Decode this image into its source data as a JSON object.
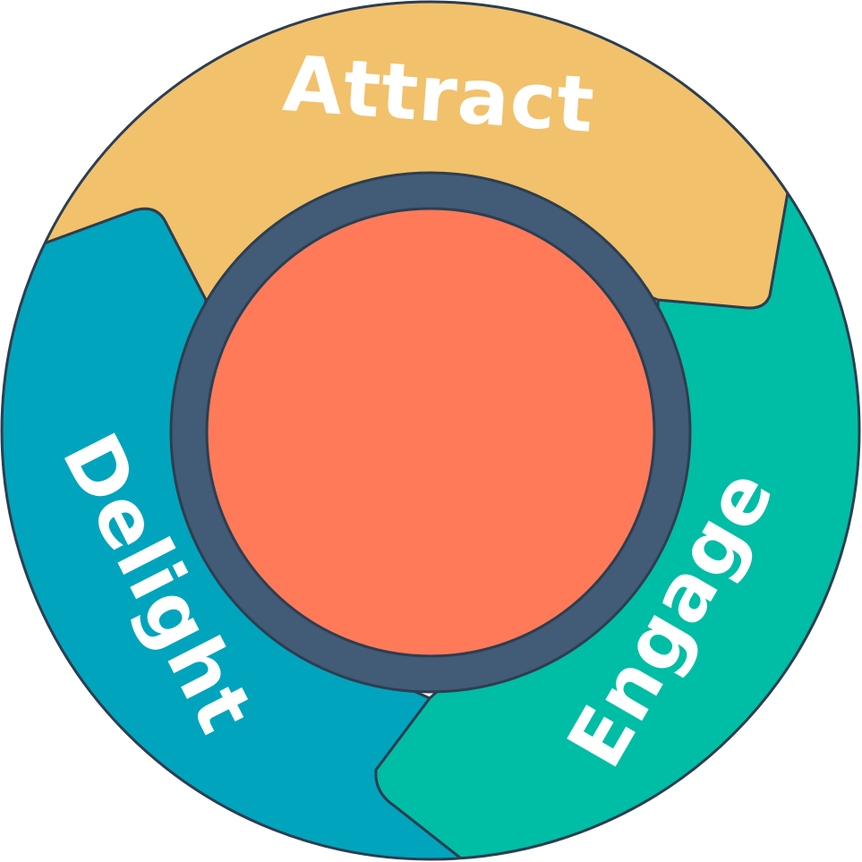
{
  "flywheel": {
    "segments": [
      {
        "label": "Attract",
        "color": "#F2C16B"
      },
      {
        "label": "Engage",
        "color": "#00BDA5"
      },
      {
        "label": "Delight",
        "color": "#00A4BD"
      }
    ],
    "hub": {
      "ring_color": "#425B76",
      "center_color": "#FF7A59"
    },
    "outline_color": "#2D3E50"
  }
}
